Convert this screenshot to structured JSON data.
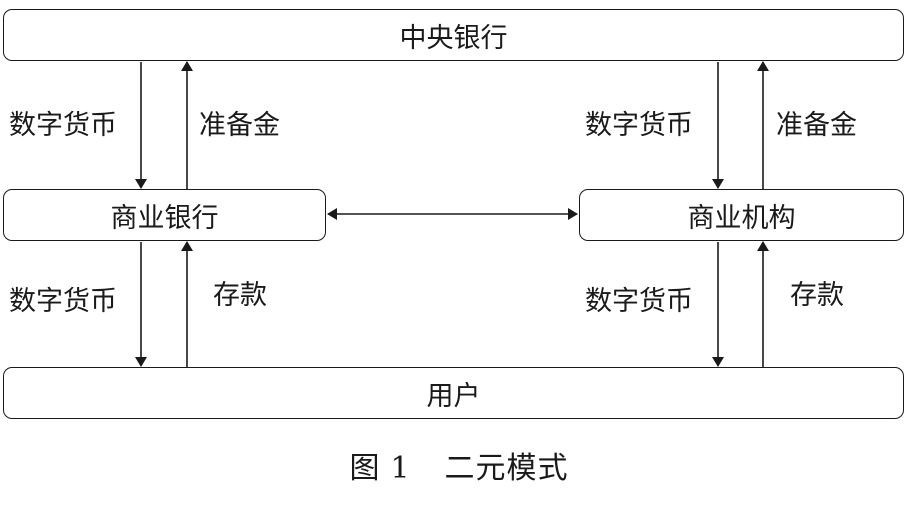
{
  "nodes": {
    "central_bank": "中央银行",
    "commercial_bank": "商业银行",
    "commercial_institution": "商业机构",
    "user": "用户"
  },
  "edges": {
    "cb_to_bank": "数字货币",
    "bank_to_cb": "准备金",
    "cb_to_inst": "数字货币",
    "inst_to_cb": "准备金",
    "bank_to_user": "数字货币",
    "user_to_bank": "存款",
    "inst_to_user": "数字货币",
    "user_to_inst": "存款"
  },
  "caption": {
    "prefix": "图",
    "number": "1",
    "title": "二元模式"
  }
}
